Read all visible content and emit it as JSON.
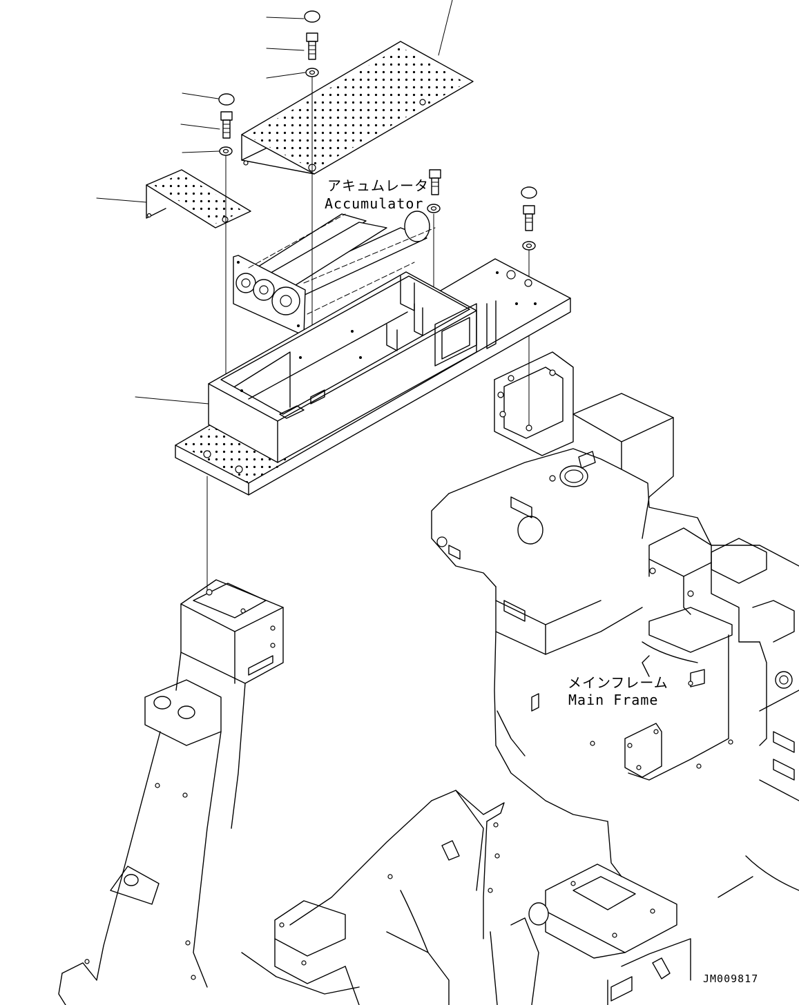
{
  "labels": {
    "accumulator_jp": "アキュムレータ",
    "accumulator_en": "Accumulator",
    "main_frame_jp": "メインフレーム",
    "main_frame_en": "Main Frame",
    "drawing_code": "JM009817"
  },
  "colors": {
    "line": "#000000",
    "background": "#ffffff"
  }
}
